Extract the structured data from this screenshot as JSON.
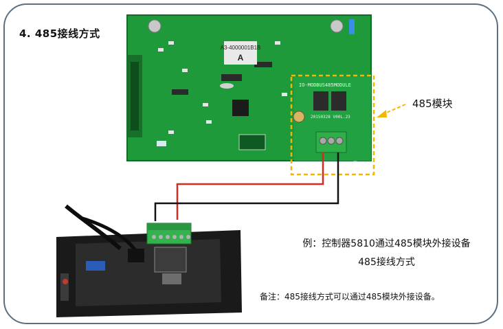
{
  "heading": "4. 485接线方式",
  "module_label": "485模块",
  "caption": {
    "line1": "例：控制器5810通过485模块外接设备",
    "line2": "485接线方式"
  },
  "note": "备注：485接线方式可以通过485模块外接设备。",
  "board_silkscreen": {
    "module_name": "IO-MODBUS485MODULE",
    "module_date": "20150328  V00L.23",
    "logo_mark": "A",
    "board_code": "A3-4000001B1B"
  },
  "colors": {
    "frame": "#5b6f80",
    "pcb": "#1f9a3c",
    "highlight_box": "#f2b705",
    "arrow": "#f2b705",
    "wire_red": "#d42a1f",
    "wire_black": "#111111",
    "terminal": "#2fae46"
  }
}
